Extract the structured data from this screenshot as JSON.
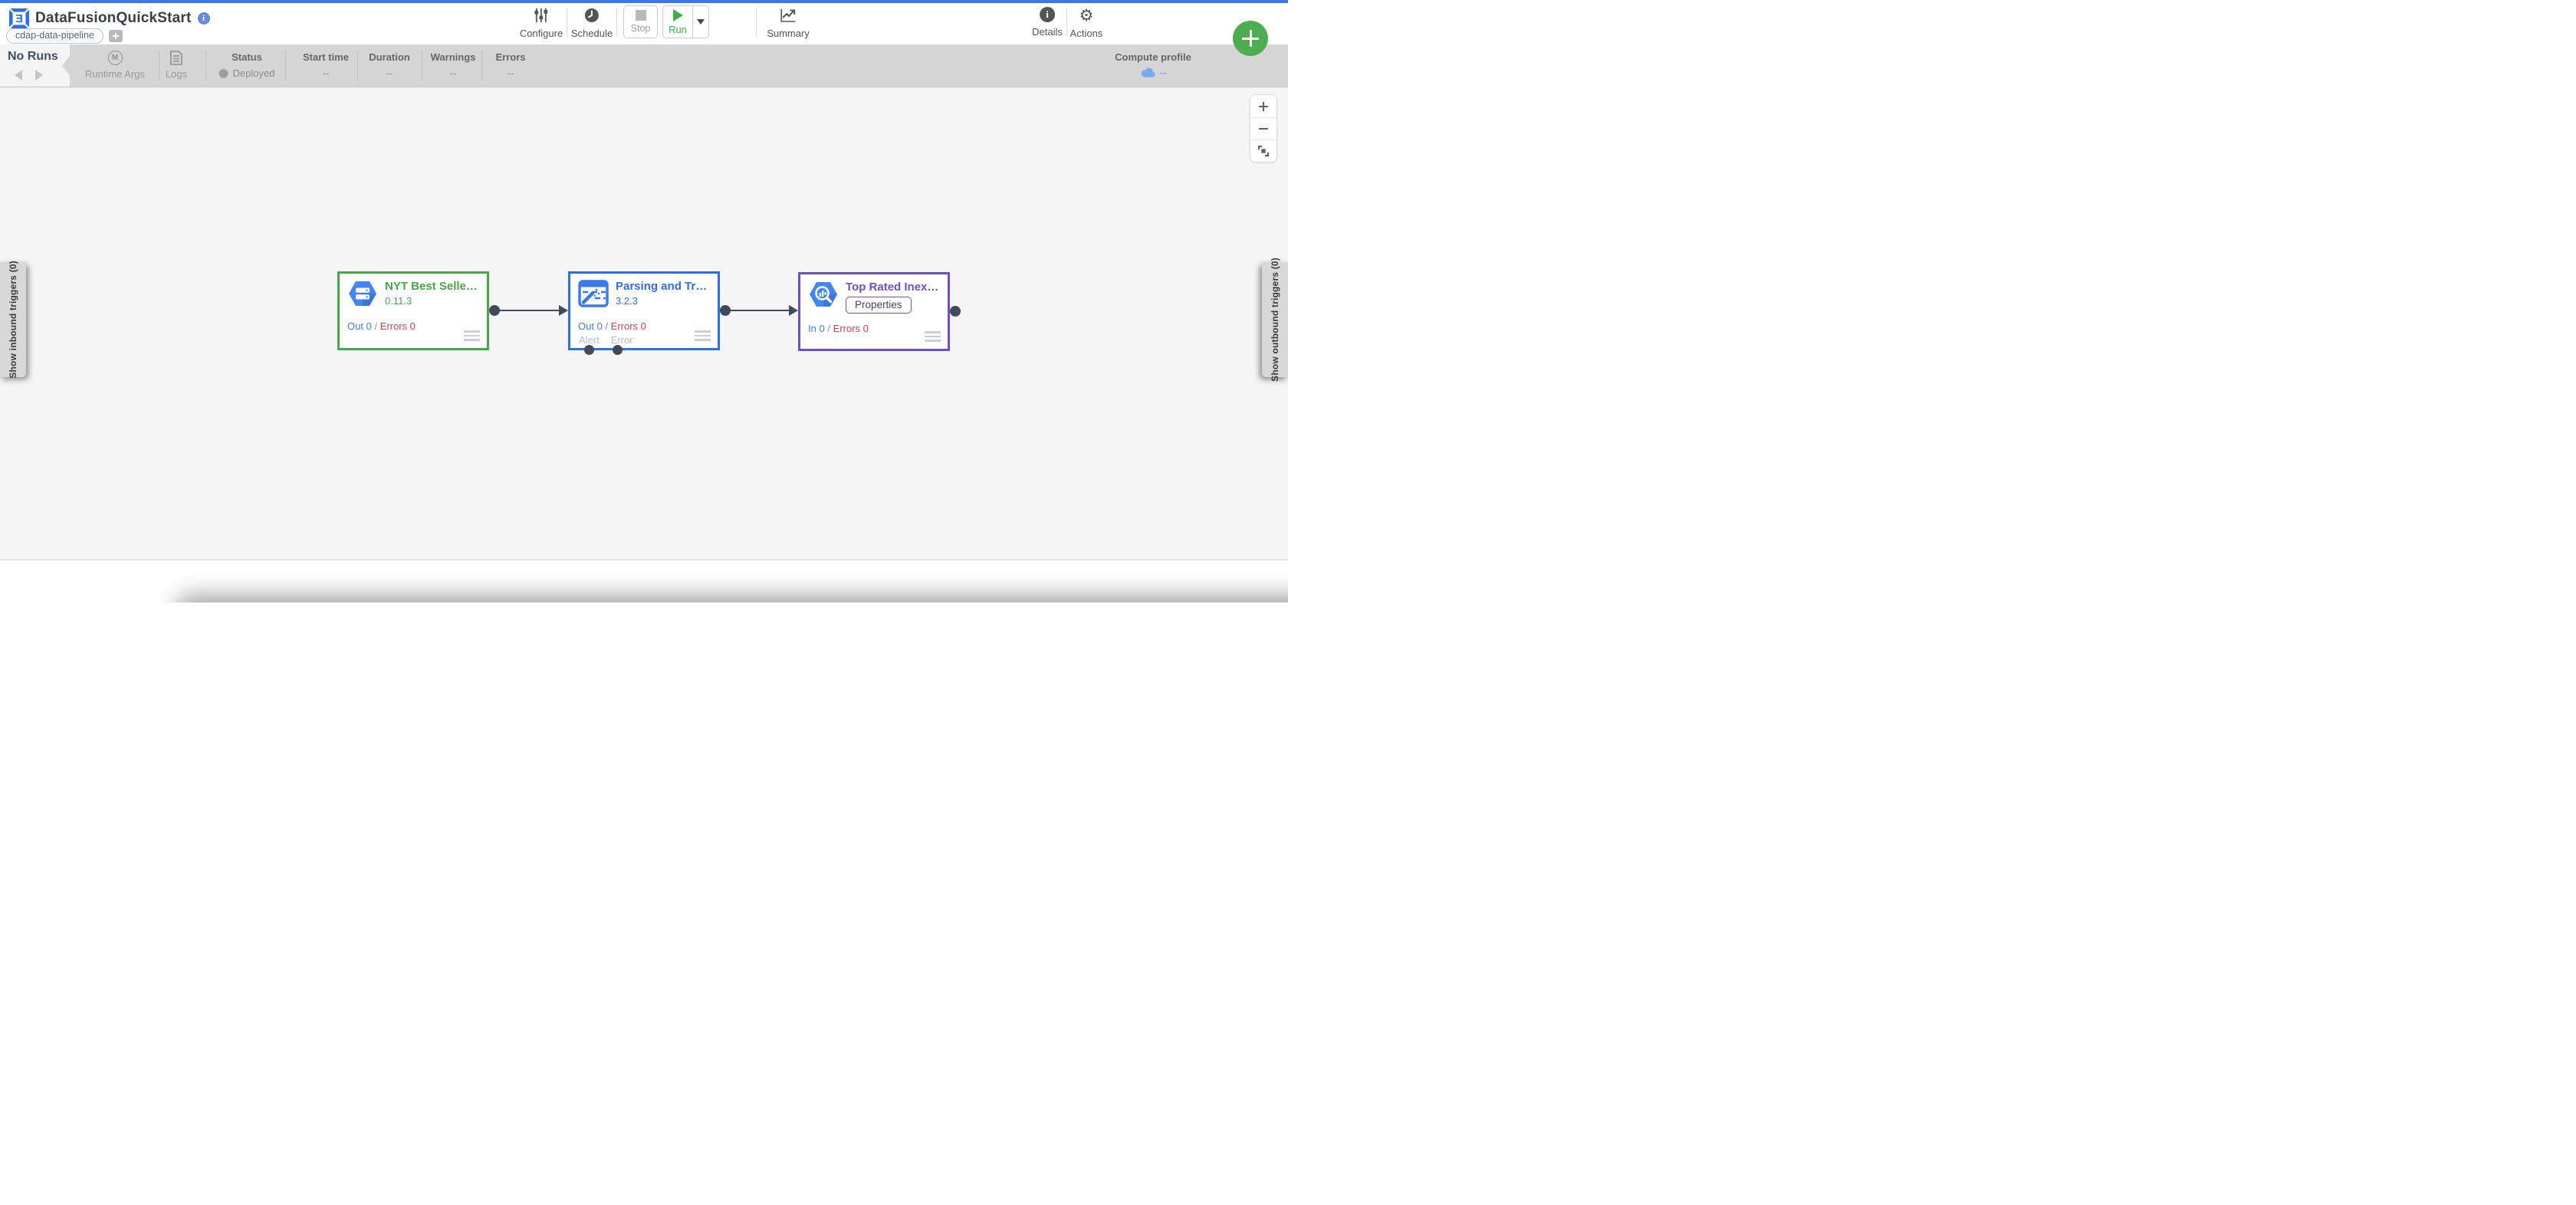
{
  "icons": {
    "gear": "⚙",
    "m_badge": "M",
    "info_i": "i",
    "details_i": "i"
  },
  "header": {
    "title": "DataFusionQuickStart",
    "tag": "cdap-data-pipeline",
    "toolbar": {
      "configure": "Configure",
      "schedule": "Schedule",
      "stop": "Stop",
      "run": "Run",
      "summary": "Summary",
      "details": "Details",
      "actions": "Actions"
    }
  },
  "runs_bar": {
    "runs_label": "No Runs",
    "runtime_args_label": "Runtime Args",
    "logs_label": "Logs",
    "columns": [
      {
        "label": "Status",
        "value": "Deployed"
      },
      {
        "label": "Start time",
        "value": "--"
      },
      {
        "label": "Duration",
        "value": "--"
      },
      {
        "label": "Warnings",
        "value": "--"
      },
      {
        "label": "Errors",
        "value": "--"
      }
    ],
    "compute_profile": {
      "label": "Compute profile",
      "value": "--"
    }
  },
  "canvas": {
    "inbound_label": "Show inbound triggers (0)",
    "outbound_label": "Show outbound triggers (0)",
    "metric_sep": "/",
    "nodes": [
      {
        "title": "NYT Best Selle…",
        "version": "0.11.3",
        "metric_left": "Out 0",
        "metric_right": "Errors 0",
        "accent": "#46a846",
        "icon": "server-hexagon-icon"
      },
      {
        "title": "Parsing and Tr…",
        "version": "3.2.3",
        "metric_left": "Out 0",
        "metric_right": "Errors 0",
        "accent": "#2f6fe4",
        "icon": "wrangler-wand-icon",
        "bottom_ports": [
          "Alert",
          "Error"
        ]
      },
      {
        "title": "Top Rated Inex…",
        "properties_label": "Properties",
        "metric_left": "In 0",
        "metric_right": "Errors 0",
        "accent": "#6d50c8",
        "icon": "bigquery-magnifier-icon"
      }
    ]
  },
  "colors": {
    "top_strip": "#3b78e7",
    "accent_green": "#46a846",
    "accent_blue": "#2f6fe4",
    "accent_purple": "#6d50c8",
    "metric_in_out": "#3d7ef0",
    "metric_errors": "#c9444f",
    "run_green": "#3fae49",
    "plus_button_green": "#4cae51",
    "port_dark": "#3f4a5a",
    "bar_gray": "#d5d5d5",
    "profile_blue": "#79a9f5"
  }
}
